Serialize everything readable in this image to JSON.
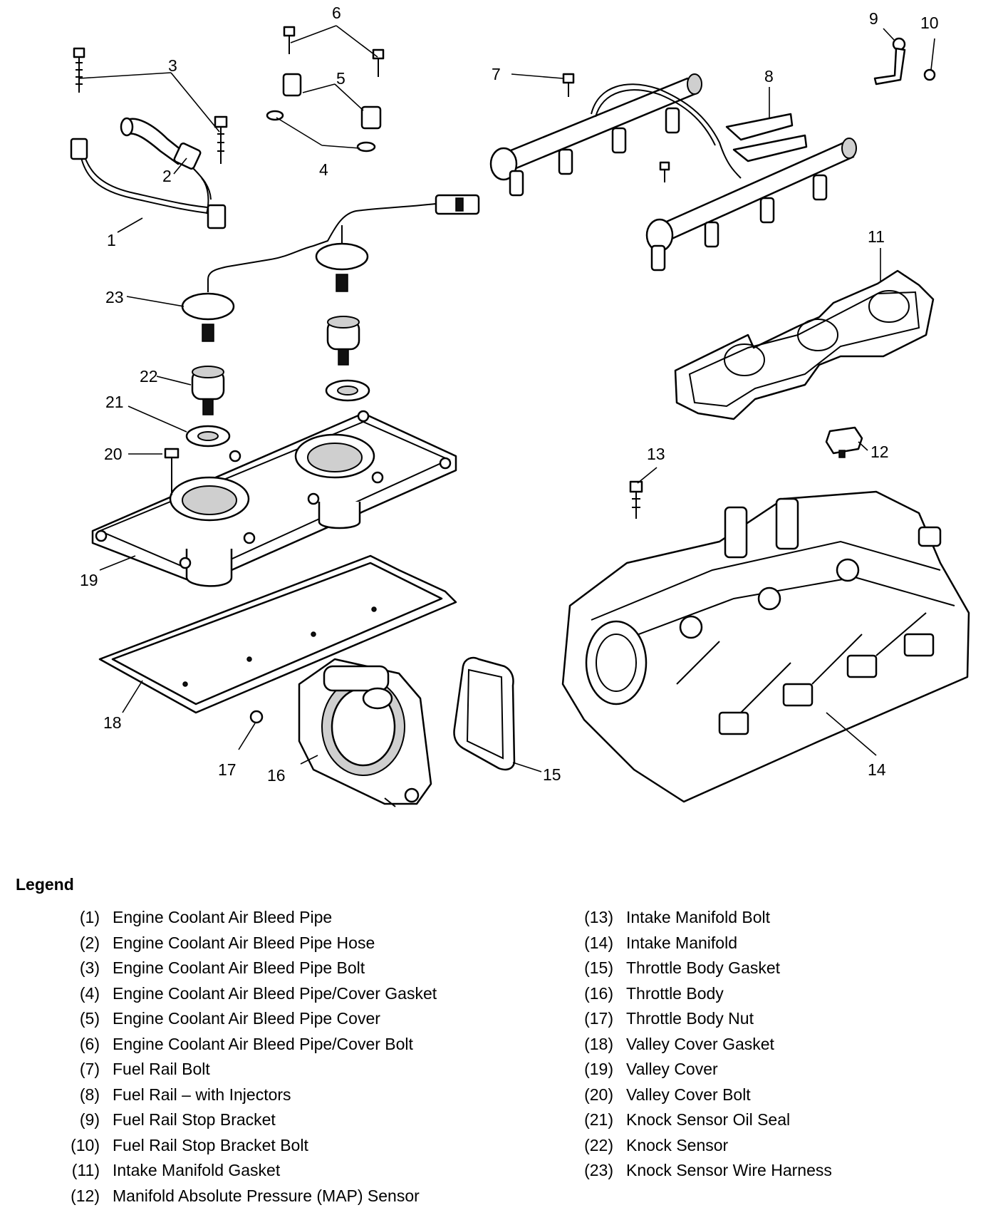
{
  "legend": {
    "title": "Legend",
    "left": [
      {
        "num": "(1)",
        "label": "Engine Coolant Air Bleed Pipe"
      },
      {
        "num": "(2)",
        "label": "Engine Coolant Air Bleed Pipe Hose"
      },
      {
        "num": "(3)",
        "label": "Engine Coolant Air Bleed Pipe Bolt"
      },
      {
        "num": "(4)",
        "label": "Engine Coolant Air Bleed Pipe/Cover Gasket"
      },
      {
        "num": "(5)",
        "label": "Engine Coolant Air Bleed Pipe Cover"
      },
      {
        "num": "(6)",
        "label": "Engine Coolant Air Bleed Pipe/Cover Bolt"
      },
      {
        "num": "(7)",
        "label": "Fuel Rail Bolt"
      },
      {
        "num": "(8)",
        "label": "Fuel Rail – with Injectors"
      },
      {
        "num": "(9)",
        "label": "Fuel Rail Stop Bracket"
      },
      {
        "num": "(10)",
        "label": "Fuel Rail Stop Bracket Bolt"
      },
      {
        "num": "(11)",
        "label": "Intake Manifold Gasket"
      },
      {
        "num": "(12)",
        "label": "Manifold Absolute Pressure (MAP) Sensor"
      }
    ],
    "right": [
      {
        "num": "(13)",
        "label": "Intake Manifold Bolt"
      },
      {
        "num": "(14)",
        "label": "Intake Manifold"
      },
      {
        "num": "(15)",
        "label": "Throttle Body Gasket"
      },
      {
        "num": "(16)",
        "label": "Throttle Body"
      },
      {
        "num": "(17)",
        "label": "Throttle Body Nut"
      },
      {
        "num": "(18)",
        "label": "Valley Cover Gasket"
      },
      {
        "num": "(19)",
        "label": "Valley Cover"
      },
      {
        "num": "(20)",
        "label": "Valley Cover Bolt"
      },
      {
        "num": "(21)",
        "label": "Knock Sensor Oil Seal"
      },
      {
        "num": "(22)",
        "label": "Knock Sensor"
      },
      {
        "num": "(23)",
        "label": "Knock Sensor Wire Harness"
      }
    ]
  },
  "callouts": {
    "c1": "1",
    "c2": "2",
    "c3": "3",
    "c4": "4",
    "c5": "5",
    "c6": "6",
    "c7": "7",
    "c8": "8",
    "c9": "9",
    "c10": "10",
    "c11": "11",
    "c12": "12",
    "c13": "13",
    "c14": "14",
    "c15": "15",
    "c16": "16",
    "c17": "17",
    "c18": "18",
    "c19": "19",
    "c20": "20",
    "c21": "21",
    "c22": "22",
    "c23": "23"
  }
}
